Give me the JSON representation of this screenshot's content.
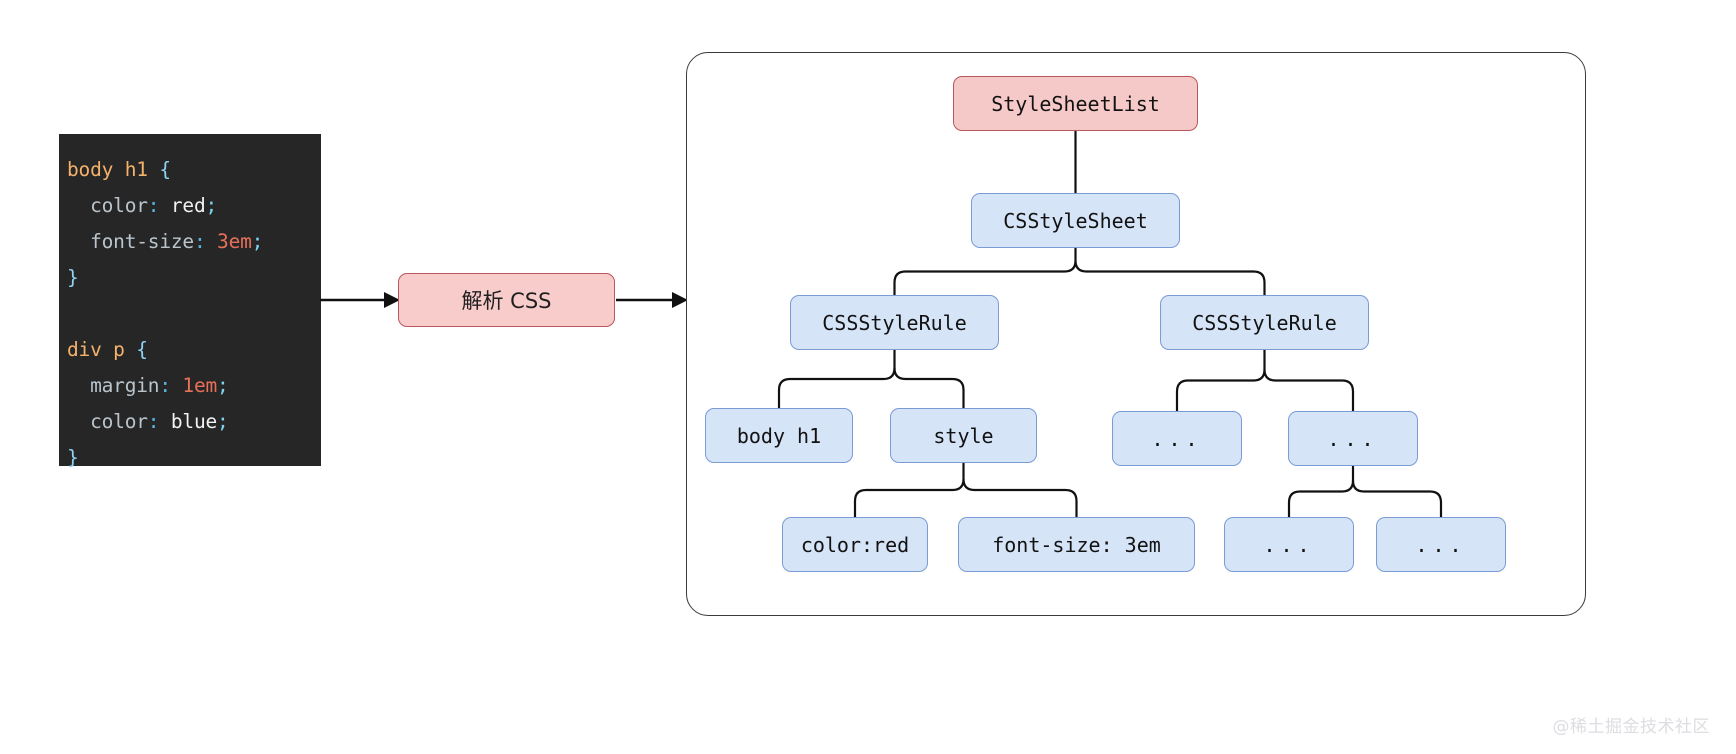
{
  "code_block": {
    "language": "css",
    "lines": [
      [
        {
          "t": "body h1 ",
          "c": "sel"
        },
        {
          "t": "{",
          "c": "brace"
        }
      ],
      [
        {
          "t": "  color",
          "c": "prop"
        },
        {
          "t": ":",
          "c": "colon"
        },
        {
          "t": " red",
          "c": "val"
        },
        {
          "t": ";",
          "c": "semi"
        }
      ],
      [
        {
          "t": "  font-size",
          "c": "prop"
        },
        {
          "t": ":",
          "c": "colon"
        },
        {
          "t": " 3em",
          "c": "num"
        },
        {
          "t": ";",
          "c": "semi"
        }
      ],
      [
        {
          "t": "}",
          "c": "brace"
        }
      ],
      [],
      [
        {
          "t": "div p ",
          "c": "sel"
        },
        {
          "t": "{",
          "c": "brace"
        }
      ],
      [
        {
          "t": "  margin",
          "c": "prop"
        },
        {
          "t": ":",
          "c": "colon"
        },
        {
          "t": " 1em",
          "c": "num"
        },
        {
          "t": ";",
          "c": "semi"
        }
      ],
      [
        {
          "t": "  color",
          "c": "prop"
        },
        {
          "t": ":",
          "c": "colon"
        },
        {
          "t": " blue",
          "c": "val"
        },
        {
          "t": ";",
          "c": "semi"
        }
      ],
      [
        {
          "t": "}",
          "c": "brace"
        }
      ]
    ],
    "raw_text": "body h1 {\n  color: red;\n  font-size: 3em;\n}\n\ndiv p {\n  margin: 1em;\n  color: blue;\n}",
    "background": "#262626"
  },
  "parse_node": {
    "label": "解析 CSS",
    "fill": "#f9cccc",
    "stroke": "#b9575c"
  },
  "tree": {
    "colors": {
      "node_fill": "#d6e4f8",
      "node_stroke": "#7b9bd4",
      "root_fill": "#f6c9c9",
      "root_stroke": "#b9575c",
      "edge": "#111111",
      "container_stroke": "#3b3b3b"
    },
    "nodes": [
      {
        "id": "stylesheetlist",
        "label": "StyleSheetList",
        "level": 0,
        "kind": "root"
      },
      {
        "id": "cssstylesheet",
        "label": "CSStyleSheet",
        "level": 1,
        "kind": "node"
      },
      {
        "id": "rule-left",
        "label": "CSSStyleRule",
        "level": 2,
        "kind": "node"
      },
      {
        "id": "rule-right",
        "label": "CSSStyleRule",
        "level": 2,
        "kind": "node"
      },
      {
        "id": "selector-left",
        "label": "body h1",
        "level": 3,
        "kind": "node"
      },
      {
        "id": "style-left",
        "label": "style",
        "level": 3,
        "kind": "node"
      },
      {
        "id": "dots-r1",
        "label": "...",
        "level": 3,
        "kind": "dots"
      },
      {
        "id": "dots-r2",
        "label": "...",
        "level": 3,
        "kind": "dots"
      },
      {
        "id": "decl-color",
        "label": "color:red",
        "level": 4,
        "kind": "node"
      },
      {
        "id": "decl-fontsize",
        "label": "font-size: 3em",
        "level": 4,
        "kind": "node"
      },
      {
        "id": "dots-r3",
        "label": "...",
        "level": 4,
        "kind": "dots"
      },
      {
        "id": "dots-r4",
        "label": "...",
        "level": 4,
        "kind": "dots"
      }
    ],
    "edges": [
      [
        "stylesheetlist",
        "cssstylesheet"
      ],
      [
        "cssstylesheet",
        "rule-left"
      ],
      [
        "cssstylesheet",
        "rule-right"
      ],
      [
        "rule-left",
        "selector-left"
      ],
      [
        "rule-left",
        "style-left"
      ],
      [
        "rule-right",
        "dots-r1"
      ],
      [
        "rule-right",
        "dots-r2"
      ],
      [
        "style-left",
        "decl-color"
      ],
      [
        "style-left",
        "decl-fontsize"
      ],
      [
        "dots-r2",
        "dots-r3"
      ],
      [
        "dots-r2",
        "dots-r4"
      ]
    ]
  },
  "watermark": {
    "text": "@稀土掘金技术社区"
  }
}
